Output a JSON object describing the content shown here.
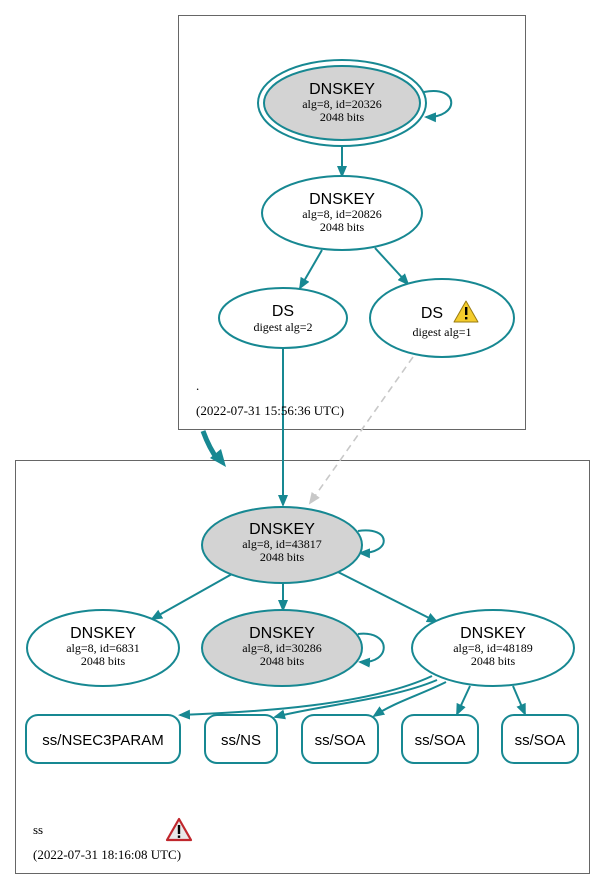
{
  "colors": {
    "edge": "#178892",
    "node_stroke": "#178892",
    "sep_fill": "#d3d3d3",
    "insecure_edge": "#c8c8c8",
    "zone_border": "#666666"
  },
  "root_zone": {
    "name": ".",
    "timestamp": "(2022-07-31 15:56:36 UTC)",
    "nodes": [
      {
        "id": "root-ksk",
        "title": "DNSKEY",
        "line1": "alg=8, id=20326",
        "line2": "2048 bits"
      },
      {
        "id": "root-zsk",
        "title": "DNSKEY",
        "line1": "alg=8, id=20826",
        "line2": "2048 bits"
      },
      {
        "id": "ds-2",
        "title": "DS",
        "line1": "digest alg=2"
      },
      {
        "id": "ds-1",
        "title": "DS",
        "line1": "digest alg=1",
        "icon": "warning-icon"
      }
    ]
  },
  "ss_zone": {
    "name": "ss",
    "timestamp": "(2022-07-31 18:16:08 UTC)",
    "icon": "error-icon",
    "nodes": [
      {
        "id": "ss-43817",
        "title": "DNSKEY",
        "line1": "alg=8, id=43817",
        "line2": "2048 bits"
      },
      {
        "id": "ss-6831",
        "title": "DNSKEY",
        "line1": "alg=8, id=6831",
        "line2": "2048 bits"
      },
      {
        "id": "ss-30286",
        "title": "DNSKEY",
        "line1": "alg=8, id=30286",
        "line2": "2048 bits"
      },
      {
        "id": "ss-48189",
        "title": "DNSKEY",
        "line1": "alg=8, id=48189",
        "line2": "2048 bits"
      }
    ],
    "rrsets": [
      "ss/NSEC3PARAM",
      "ss/NS",
      "ss/SOA",
      "ss/SOA",
      "ss/SOA"
    ]
  }
}
